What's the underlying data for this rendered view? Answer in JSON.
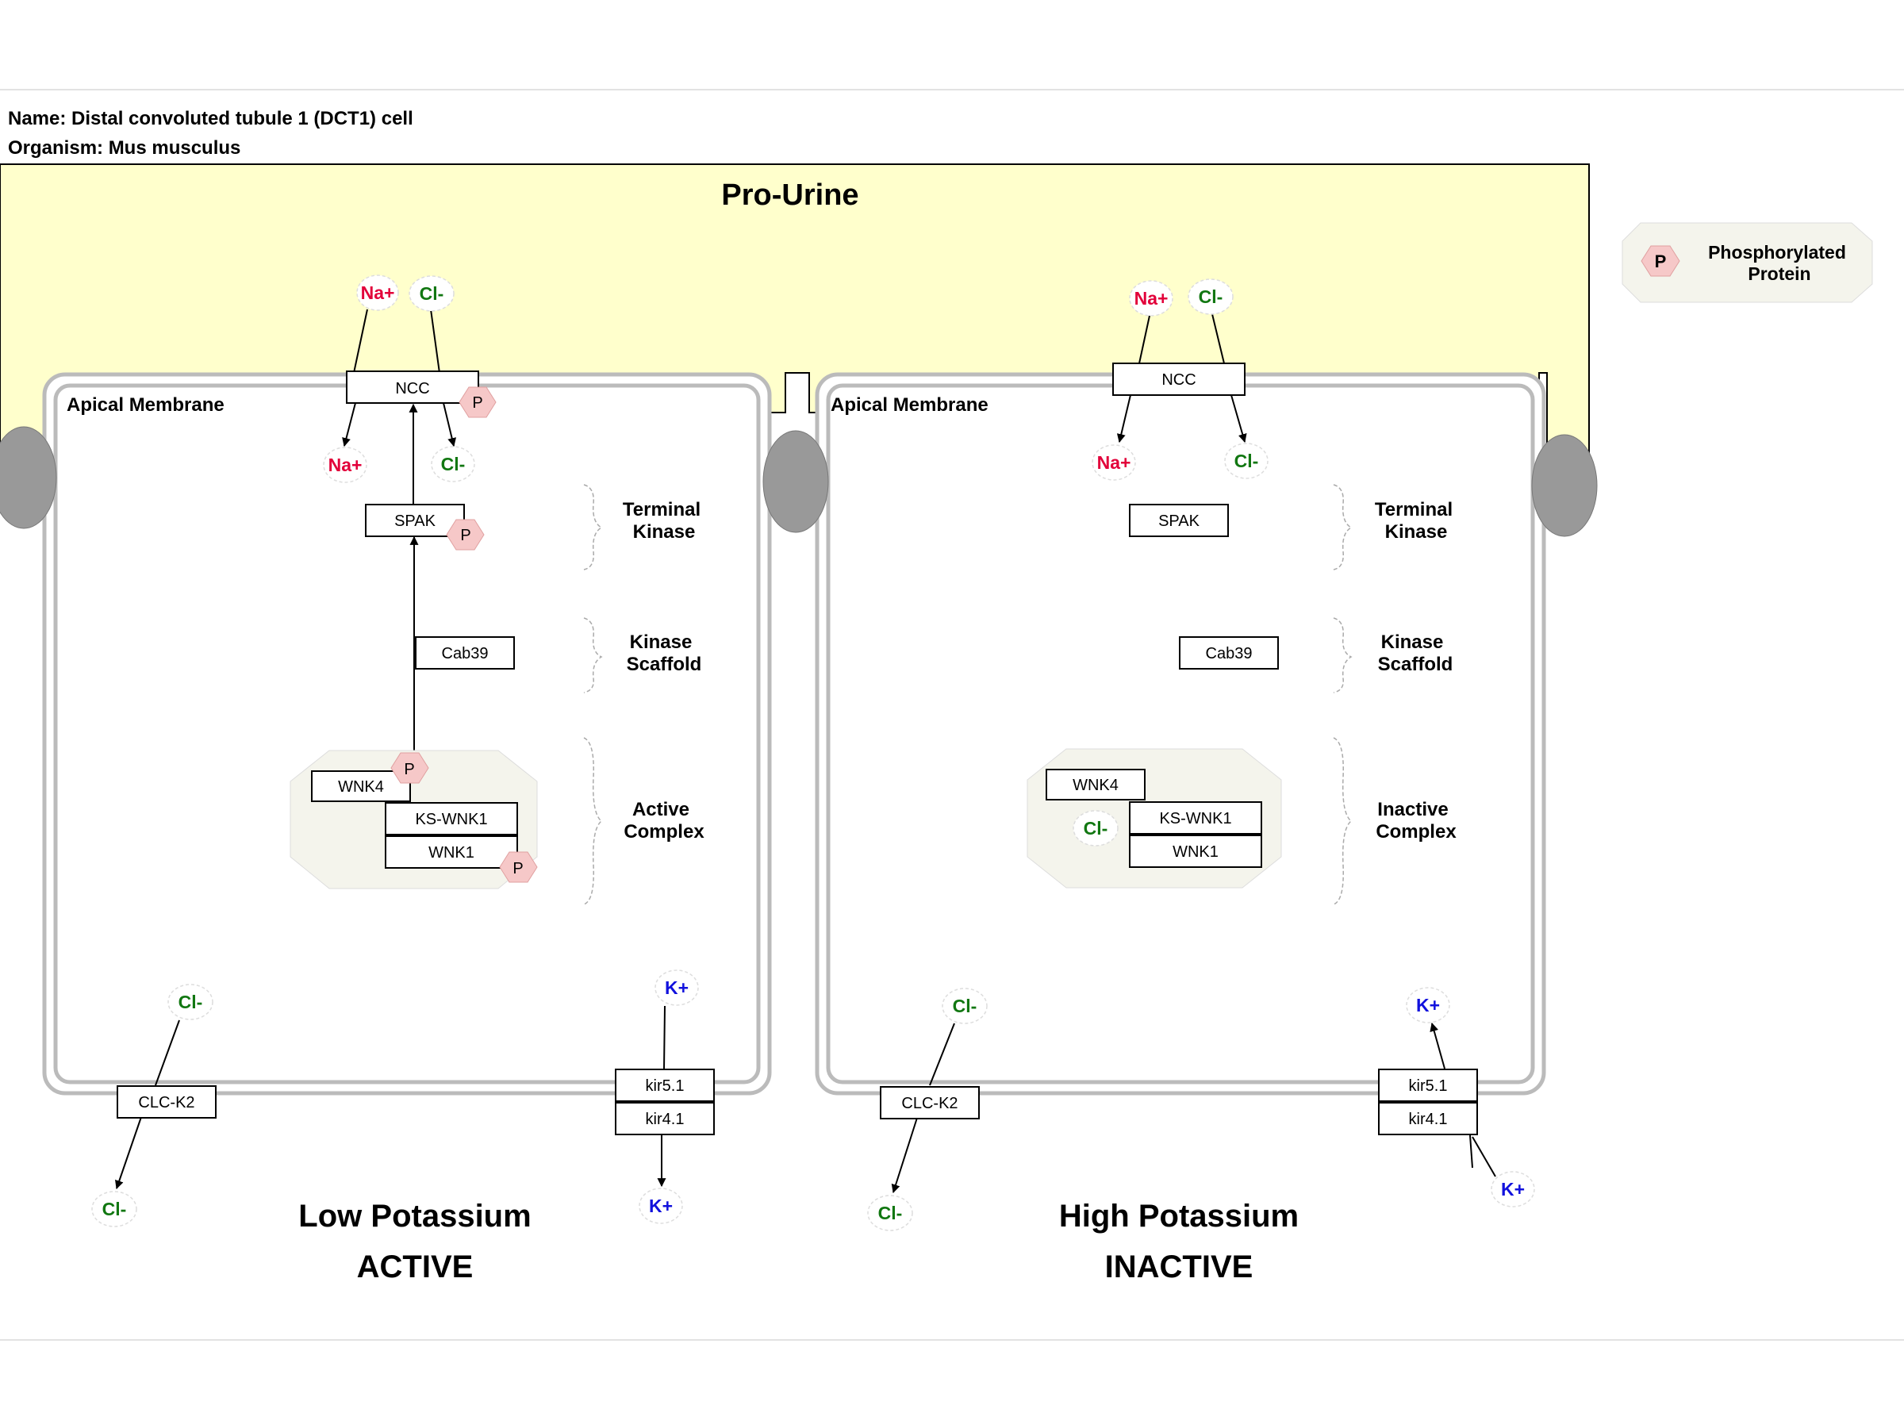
{
  "header": {
    "name": "Name: Distal convoluted tubule 1 (DCT1) cell",
    "organism": "Organism: Mus musculus"
  },
  "compartment": {
    "title": "Pro-Urine",
    "color": "#ffffcc"
  },
  "legend": {
    "symbol": "P",
    "label_line1": "Phosphorylated",
    "label_line2": "Protein"
  },
  "colors": {
    "sodium": "#e2003a",
    "chloride": "#117711",
    "potassium": "#1111dd",
    "phospho": "#f6c8c8",
    "complex": "#f4f4ec",
    "membrane": "#bbbbbb",
    "junction": "#999999"
  },
  "left_panel": {
    "membrane_label": "Apical Membrane",
    "ncc": "NCC",
    "spak": "SPAK",
    "cab39": "Cab39",
    "wnk4": "WNK4",
    "ks_wnk1": "KS-WNK1",
    "wnk1": "WNK1",
    "clc_k2": "CLC-K2",
    "kir51": "kir5.1",
    "kir41": "kir4.1",
    "ions": {
      "na_out": "Na+",
      "cl_out": "Cl-",
      "na_in": "Na+",
      "cl_in": "Cl-",
      "cl_bl_in": "Cl-",
      "cl_bl_out": "Cl-",
      "k_in": "K+",
      "k_out": "K+"
    },
    "phospho": "P",
    "bracket_labels": {
      "terminal_1": "Terminal",
      "terminal_2": "Kinase",
      "scaffold_1": "Kinase",
      "scaffold_2": "Scaffold",
      "complex_1": "Active",
      "complex_2": "Complex"
    },
    "condition": "Low Potassium",
    "state": "ACTIVE"
  },
  "right_panel": {
    "membrane_label": "Apical Membrane",
    "ncc": "NCC",
    "spak": "SPAK",
    "cab39": "Cab39",
    "wnk4": "WNK4",
    "ks_wnk1": "KS-WNK1",
    "wnk1": "WNK1",
    "clc_k2": "CLC-K2",
    "kir51": "kir5.1",
    "kir41": "kir4.1",
    "ions": {
      "na_out": "Na+",
      "cl_out": "Cl-",
      "na_in": "Na+",
      "cl_in": "Cl-",
      "cl_complex": "Cl-",
      "cl_bl_in": "Cl-",
      "cl_bl_out": "Cl-",
      "k_in": "K+",
      "k_out": "K+"
    },
    "bracket_labels": {
      "terminal_1": "Terminal",
      "terminal_2": "Kinase",
      "scaffold_1": "Kinase",
      "scaffold_2": "Scaffold",
      "complex_1": "Inactive",
      "complex_2": "Complex"
    },
    "condition": "High Potassium",
    "state": "INACTIVE"
  }
}
